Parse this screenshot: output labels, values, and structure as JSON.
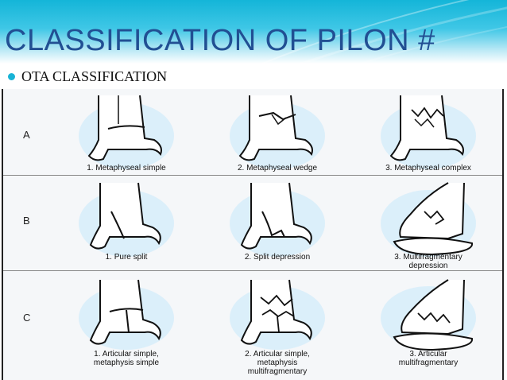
{
  "slide": {
    "title": "CLASSIFICATION OF PILON #",
    "bullet": "OTA CLASSIFICATION"
  },
  "colors": {
    "banner": "#14b5d8",
    "title": "#214f93",
    "bullet": "#18b3d6"
  },
  "rows": [
    {
      "letter": "A",
      "cells": [
        {
          "label": "1. Metaphyseal simple",
          "line2": "",
          "line3": ""
        },
        {
          "label": "2. Metaphyseal wedge",
          "line2": "",
          "line3": ""
        },
        {
          "label": "3. Metaphyseal complex",
          "line2": "",
          "line3": ""
        }
      ]
    },
    {
      "letter": "B",
      "cells": [
        {
          "label": "1. Pure split",
          "line2": "",
          "line3": ""
        },
        {
          "label": "2. Split depression",
          "line2": "",
          "line3": ""
        },
        {
          "label": "3. Multifragmentary",
          "line2": "depression",
          "line3": ""
        }
      ]
    },
    {
      "letter": "C",
      "cells": [
        {
          "label": "1. Articular simple,",
          "line2": "metaphysis simple",
          "line3": ""
        },
        {
          "label": "2. Articular simple,",
          "line2": "metaphysis",
          "line3": "multifragmentary"
        },
        {
          "label": "3. Articular",
          "line2": "multifragmentary",
          "line3": ""
        }
      ]
    }
  ]
}
